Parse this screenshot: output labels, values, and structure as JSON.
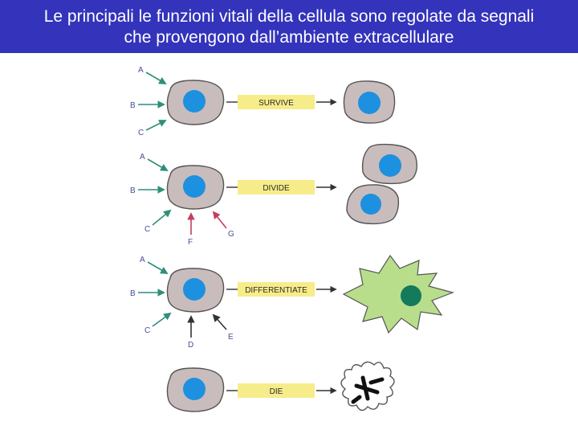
{
  "title": {
    "line1": "Le principali le funzioni vitali della cellula sono regolate da segnali",
    "line2": "che provengono dall’ambiente extracellulare"
  },
  "colors": {
    "title_bg": "#3333bb",
    "cell_fill": "#c9bcbc",
    "nucleus": "#1e90e0",
    "signal_arrow": "#2f8f7a",
    "label_box": "#f7ec8a",
    "differentiated_cell": "#b8de8c",
    "differentiated_nucleus": "#137a5c"
  },
  "rows": [
    {
      "label": "SURVIVE",
      "signals": [
        "A",
        "B",
        "C"
      ],
      "extra_signals": []
    },
    {
      "label": "DIVIDE",
      "signals": [
        "A",
        "B",
        "C"
      ],
      "extra_signals": [
        "F",
        "G"
      ]
    },
    {
      "label": "DIFFERENTIATE",
      "signals": [
        "A",
        "B",
        "C"
      ],
      "extra_signals": [
        "D",
        "E"
      ]
    },
    {
      "label": "DIE",
      "signals": [],
      "extra_signals": []
    }
  ]
}
